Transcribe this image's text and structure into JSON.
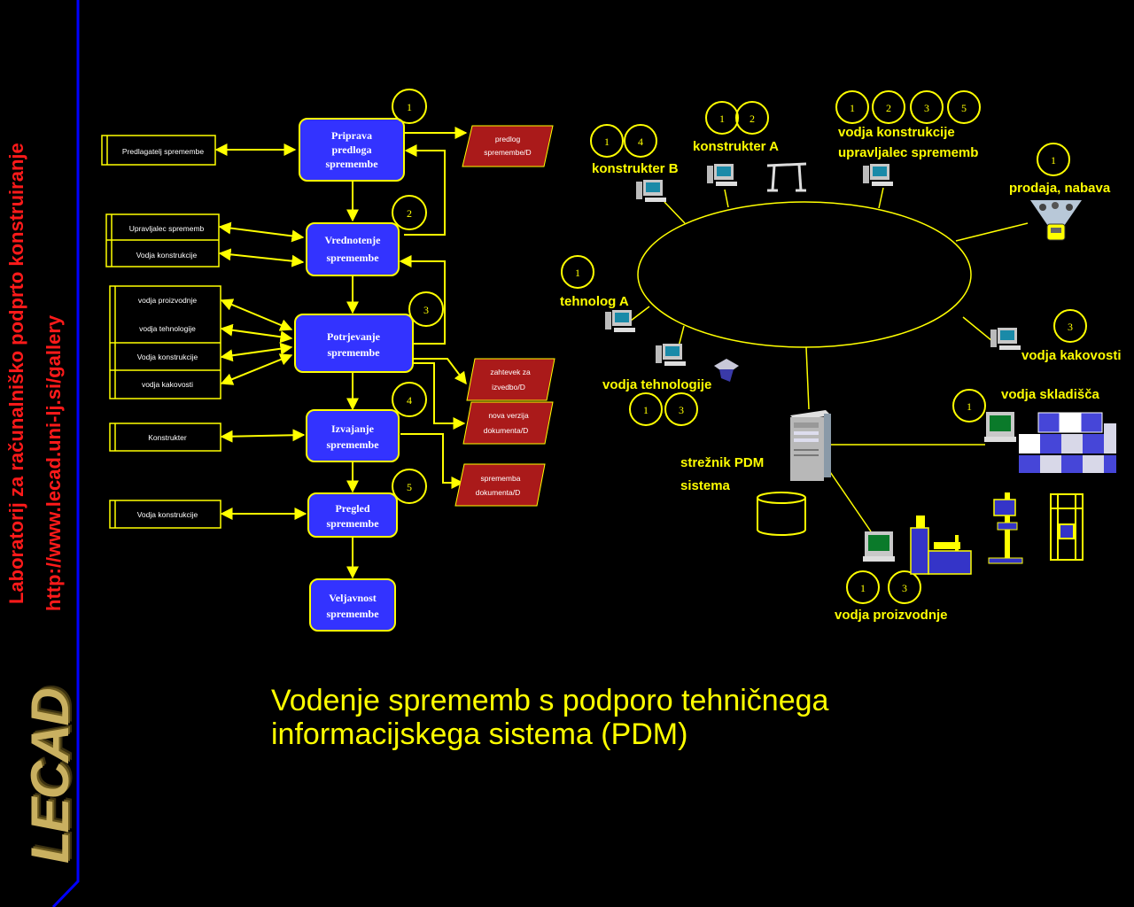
{
  "sidebar": {
    "lab_name": "Laboratorij za računalniško podprto konstruiranje",
    "url": "http://www.lecad.uni-lj.si/gallery",
    "logo_text": "LECAD"
  },
  "title": {
    "line1": "Vodenje sprememb s podporo tehničnega",
    "line2": "informacijskega sistema (PDM)"
  },
  "flow": {
    "steps": [
      {
        "line1": "Priprava",
        "line2": "predloga",
        "line3": "spremembe",
        "number": "1"
      },
      {
        "line1": "Vrednotenje",
        "line2": "spremembe",
        "number": "2"
      },
      {
        "line1": "Potrjevanje",
        "line2": "spremembe",
        "number": "3"
      },
      {
        "line1": "Izvajanje",
        "line2": "spremembe",
        "number": "4"
      },
      {
        "line1": "Pregled",
        "line2": "spremembe",
        "number": "5"
      },
      {
        "line1": "Veljavnost",
        "line2": "spremembe"
      }
    ],
    "actors": [
      "Predlagatelj spremembe",
      "Upravljalec sprememb",
      "Vodja konstrukcije",
      "vodja proizvodnje",
      "vodja tehnologije",
      "Vodja konstrukcije",
      "vodja kakovosti",
      "Konstrukter",
      "Vodja konstrukcije"
    ],
    "documents": [
      {
        "line1": "predlog",
        "line2": "spremembe/D"
      },
      {
        "line1": "zahtevek za",
        "line2": "izvedbo/D"
      },
      {
        "line1": "nova verzija",
        "line2": "dokumenta/D"
      },
      {
        "line1": "sprememba",
        "line2": "dokumenta/D"
      }
    ]
  },
  "network": {
    "roles": {
      "konstrukter_b": "konstrukter B",
      "konstrukter_a": "konstrukter A",
      "vodja_konstrukcije": "vodja konstrukcije",
      "upravljalec": "upravljalec sprememb",
      "prodaja": "prodaja, nabava",
      "tehnolog_a": "tehnolog A",
      "vodja_kakovosti": "vodja kakovosti",
      "vodja_tehnologije": "vodja tehnologije",
      "vodja_skladisca": "vodja skladišča",
      "streznik_line1": "strežnik PDM",
      "streznik_line2": "sistema",
      "vodja_proizvodnje": "vodja proizvodnje"
    },
    "badges": {
      "konstrukter_b": [
        "1",
        "4"
      ],
      "konstrukter_a": [
        "1",
        "2"
      ],
      "vodja_konstrukcije": [
        "1",
        "2",
        "3",
        "5"
      ],
      "prodaja": [
        "1"
      ],
      "tehnolog_a": [
        "1"
      ],
      "vodja_kakovosti": [
        "3"
      ],
      "vodja_tehnologije": [
        "1",
        "3"
      ],
      "vodja_skladisca": [
        "1"
      ],
      "vodja_proizvodnje": [
        "1",
        "3"
      ]
    }
  },
  "colors": {
    "yellow": "#ffff00",
    "process_blue": "#3333ff",
    "document_red": "#aa1a1a",
    "sidebar_red": "#ff1a1a",
    "rule_blue": "#0000ff"
  }
}
